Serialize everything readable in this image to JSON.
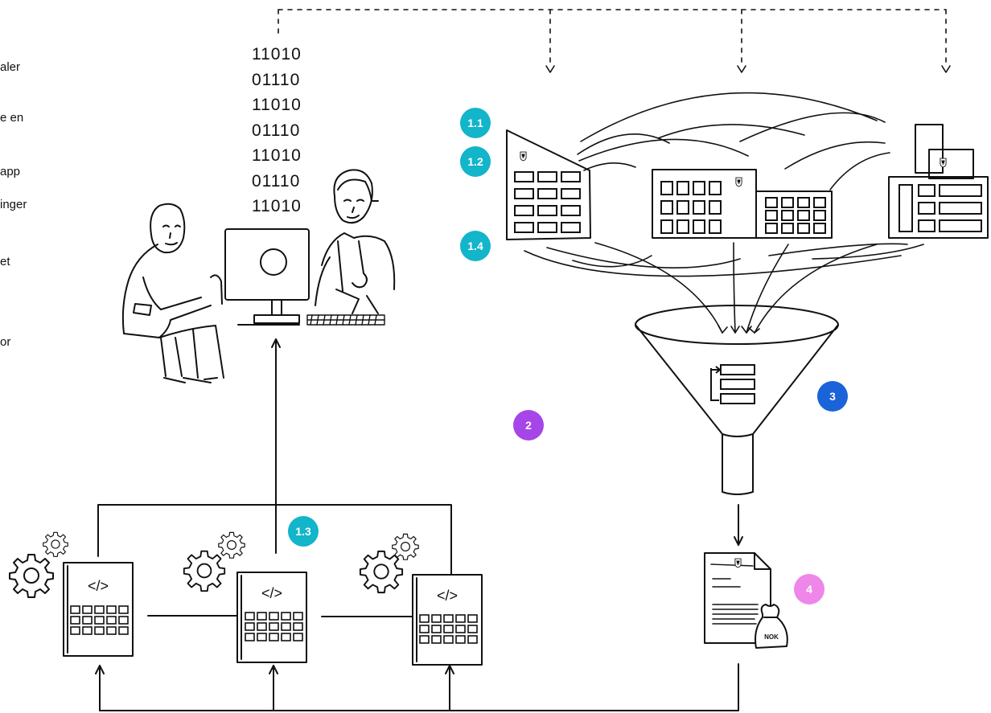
{
  "left_panel": {
    "cut_lines": [
      "aler",
      "e en",
      "app",
      "inger",
      "et",
      "or"
    ]
  },
  "binary_lines": [
    "11010",
    "01110",
    "11010",
    "01110",
    "11010",
    "01110",
    "11010"
  ],
  "badges": {
    "b1_1": "1.1",
    "b1_2": "1.2",
    "b1_3": "1.3",
    "b1_4": "1.4",
    "b2": "2",
    "b3": "3",
    "b4": "4"
  },
  "colors": {
    "teal": "#12b5c9",
    "purple": "#a645e8",
    "blue": "#1b63d9",
    "pink": "#ef86ea",
    "ink": "#111111"
  },
  "labels": {
    "code_symbol": "</>",
    "currency": "NOK"
  },
  "icons": [
    "coat-of-arms-icon",
    "gear-icon",
    "money-bag-icon",
    "document-icon",
    "funnel-icon",
    "list-icon",
    "computer-icon",
    "keyboard-icon"
  ]
}
